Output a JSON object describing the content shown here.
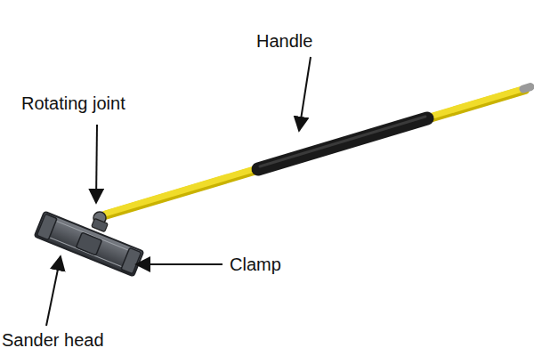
{
  "diagram": {
    "labels": [
      "Handle",
      "Rotating joint",
      "Clamp",
      "Sander head"
    ]
  }
}
